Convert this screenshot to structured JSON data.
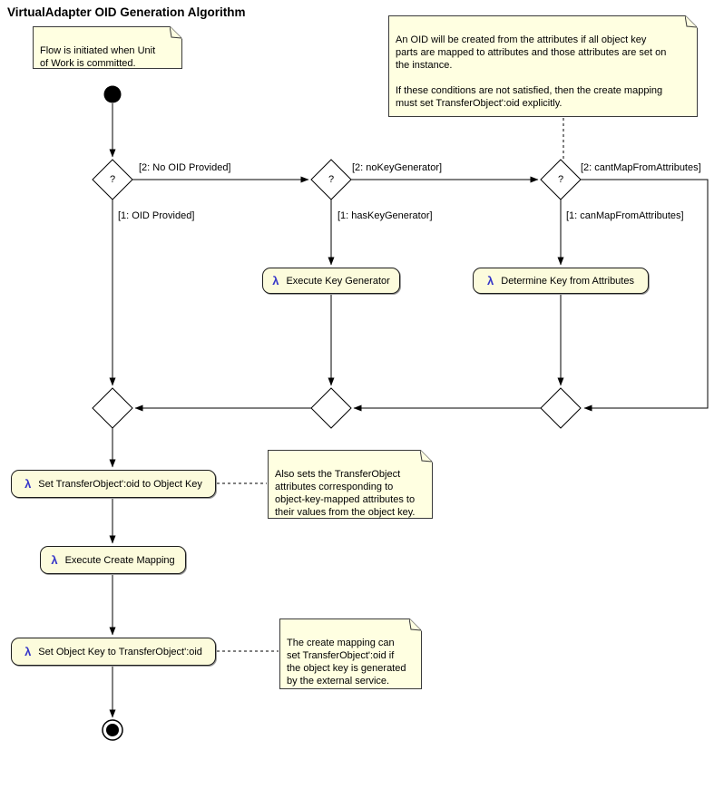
{
  "title": "VirtualAdapter OID Generation Algorithm",
  "decision_mark": "?",
  "lambda_glyph": "λ",
  "notes": {
    "start_note": "Flow is initiated when Unit\nof Work is committed.",
    "oid_note": "An OID will be created from the attributes if all object key\nparts are mapped to attributes and those attributes are set on\nthe instance.\n\nIf these conditions are not satisfied, then the create mapping\nmust set TransferObject':oid explicitly.",
    "also_sets_note": "Also sets the TransferObject\nattributes corresponding to\nobject-key-mapped attributes to\ntheir values from the object key.",
    "create_mapping_note": "The create mapping can\nset TransferObject':oid if\nthe object key is generated\nby the external service."
  },
  "edge_labels": {
    "no_oid_provided": "[2: No OID Provided]",
    "oid_provided": "[1: OID Provided]",
    "no_key_generator": "[2: noKeyGenerator]",
    "has_key_generator": "[1: hasKeyGenerator]",
    "cant_map_from_attributes": "[2: cantMapFromAttributes]",
    "can_map_from_attributes": "[1: canMapFromAttributes]"
  },
  "activities": {
    "execute_key_generator": "Execute Key Generator",
    "determine_key_from_attributes": "Determine Key from Attributes",
    "set_oid_to_object_key": "Set TransferObject':oid to Object Key",
    "execute_create_mapping": "Execute Create Mapping",
    "set_object_key_to_oid": "Set Object Key to TransferObject':oid"
  },
  "colors": {
    "note_fill": "#FFFFE1",
    "activity_fill": "#FCFBDC",
    "shape_border": "#1c1c1c",
    "lambda_blue": "#3535C8",
    "line": "#000000"
  }
}
